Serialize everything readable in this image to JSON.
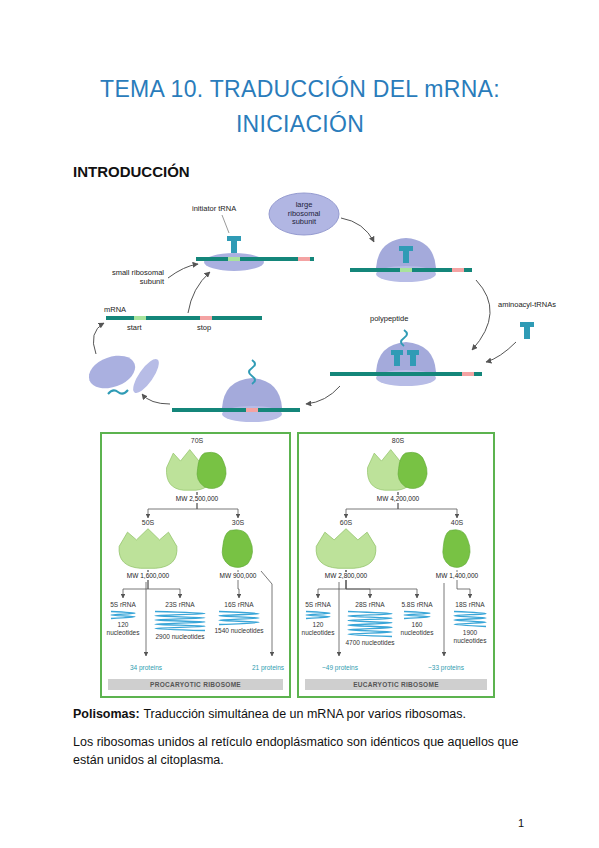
{
  "diagram": {
    "title": "TEMA 10. TRADUCCIÓN DEL mRNA: INICIACIÓN",
    "nodes": [
      {
        "text": [
          "large ribosomal subunit"
        ]
      },
      {
        "text": [
          "PROCARYOTIC RIBOSOME"
        ]
      },
      {
        "text": [
          "70S"
        ],
        "in": 1
      },
      {
        "text": [
          "50S"
        ],
        "in": 1
      },
      {
        "text": [
          "30S"
        ],
        "in": 1
      },
      {
        "text": [
          "5S rRNA",
          "120 nucleotides"
        ],
        "in": 1
      },
      {
        "text": [
          "23S rRNA",
          "2900 nucleotides"
        ],
        "in": 1
      },
      {
        "text": [
          "16S rRNA",
          "1540 nucleotides"
        ],
        "in": 1
      },
      {
        "text": [
          "EUCARYOTIC RIBOSOME"
        ]
      },
      {
        "text": [
          "80S"
        ],
        "in": 8
      },
      {
        "text": [
          "60S"
        ],
        "in": 8
      },
      {
        "text": [
          "40S"
        ],
        "in": 8
      },
      {
        "text": [
          "5S rRNA",
          "120 nucleotides"
        ],
        "in": 8
      },
      {
        "text": [
          "28S rRNA",
          "4700 nucleotides"
        ],
        "in": 8
      },
      {
        "text": [
          "5.8S rRNA",
          "160 nucleotides"
        ],
        "in": 8
      },
      {
        "text": [
          "18S rRNA",
          "1900 nucleotides"
        ],
        "in": 8
      }
    ],
    "edges": [
      {
        "from": 2,
        "to": 3,
        "arrow": "to"
      },
      {
        "from": 2,
        "to": 4,
        "arrow": "to"
      },
      {
        "from": 3,
        "to": 5,
        "arrow": "to"
      },
      {
        "from": 3,
        "to": 6,
        "arrow": "to"
      },
      {
        "from": 4,
        "to": 7,
        "arrow": "to"
      },
      {
        "from": 9,
        "to": 10,
        "arrow": "to"
      },
      {
        "from": 9,
        "to": 11,
        "arrow": "to"
      },
      {
        "from": 10,
        "to": 12,
        "arrow": "to"
      },
      {
        "from": 10,
        "to": 13,
        "arrow": "to"
      },
      {
        "from": 10,
        "to": 14,
        "arrow": "to"
      },
      {
        "from": 11,
        "to": 15,
        "arrow": "to"
      }
    ],
    "labels": [
      "INTRODUCCIÓN",
      "initiator tRNA",
      "small ribosomal subunit",
      "mRNA",
      "start",
      "stop",
      "aminoacyl-tRNAs",
      "polypeptide",
      "MW 2,500,000",
      "MW 1,600,000",
      "MW 900,000",
      "34 proteins",
      "21 proteins",
      "MW 4,200,000",
      "MW 2,800,000",
      "MW 1,400,000",
      "~49 proteins",
      "~33 proteins",
      "Polisomas:",
      "Traducción simultánea de un mRNA por varios ribosomas.",
      "Los ribosomas unidos al retículo endoplásmatico son idénticos que aquellos que están unidos al citoplasma.",
      "1"
    ]
  }
}
